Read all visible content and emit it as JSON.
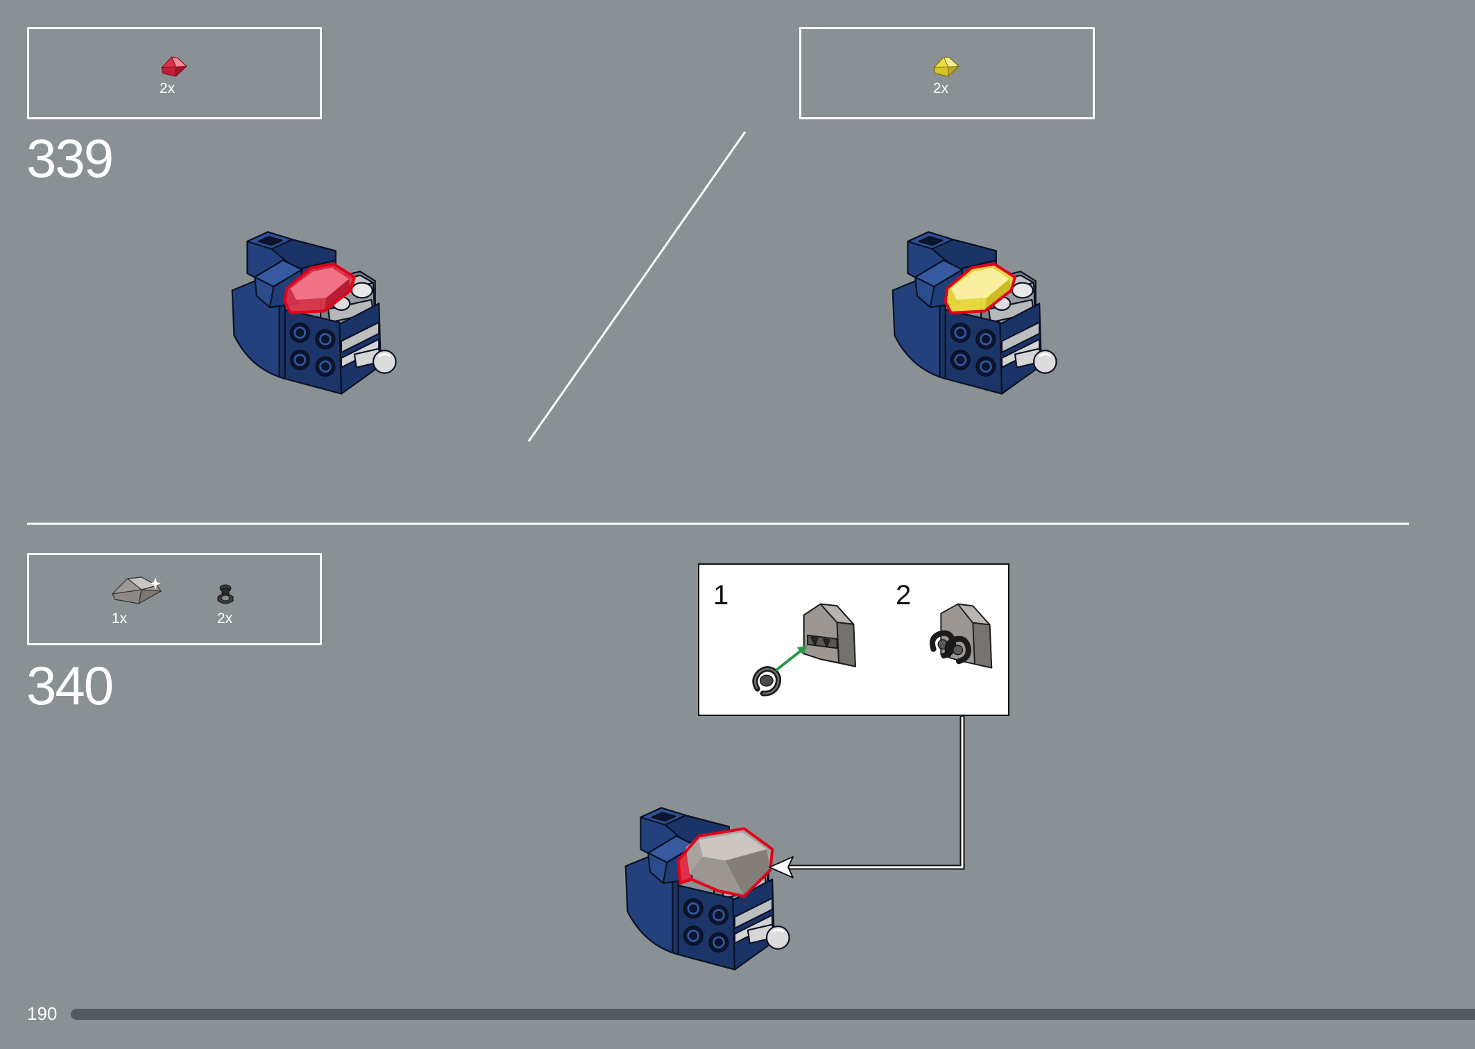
{
  "page": {
    "number": "190",
    "progress": 1
  },
  "colors": {
    "background": "#899194",
    "rule": "#ffffff",
    "progress_bar": "#53595c",
    "callout_background": "#ffffff",
    "highlight_outline": "#e3001b",
    "trans_red": "#de3148",
    "trans_yellow": "#ecdc3c",
    "model_blue": "#22417d",
    "arrow_green": "#2b9a4a"
  },
  "steps": [
    {
      "number": "339",
      "options": [
        {
          "parts": [
            {
              "icon": "trans-red-slope-icon",
              "quantity": "2x"
            }
          ]
        },
        {
          "parts": [
            {
              "icon": "trans-yellow-slope-icon",
              "quantity": "2x"
            }
          ]
        }
      ]
    },
    {
      "number": "340",
      "parts": [
        {
          "icon": "grey-wedge-icon",
          "quantity": "1x"
        },
        {
          "icon": "black-clip-icon",
          "quantity": "2x"
        }
      ],
      "callout": {
        "substeps": [
          {
            "number": "1"
          },
          {
            "number": "2"
          }
        ]
      }
    }
  ]
}
